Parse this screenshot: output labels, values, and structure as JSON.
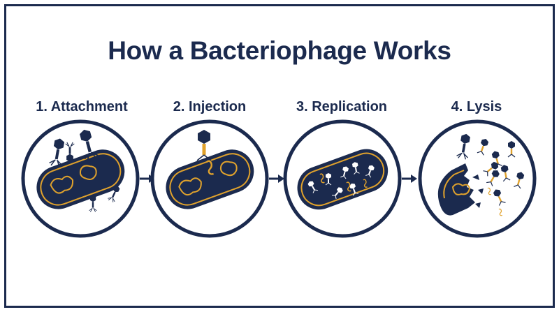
{
  "title": "How a Bacteriophage Works",
  "steps": [
    {
      "label": "1. Attachment"
    },
    {
      "label": "2. Injection"
    },
    {
      "label": "3. Replication"
    },
    {
      "label": "4. Lysis"
    }
  ],
  "colors": {
    "navy": "#1b2a4e",
    "gold": "#e0a22c",
    "white": "#ffffff"
  }
}
